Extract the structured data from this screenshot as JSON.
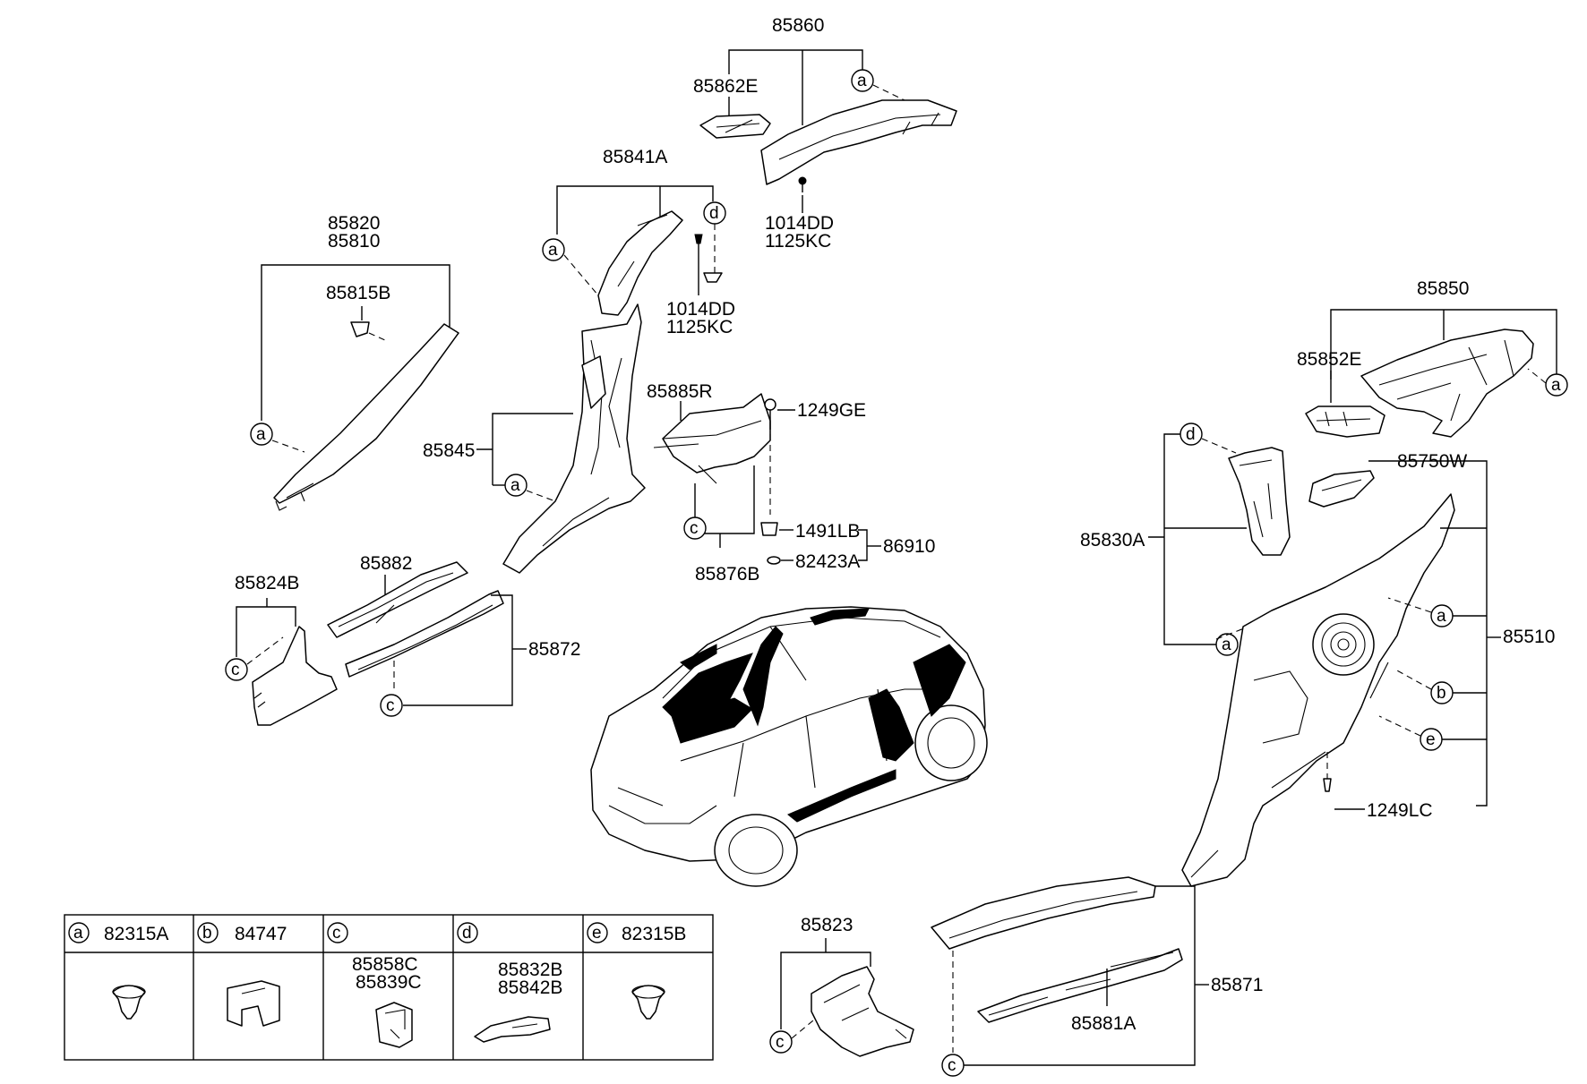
{
  "callouts": {
    "p85860": "85860",
    "p85862E": "85862E",
    "p85841A": "85841A",
    "p1014DD_1": "1014DD",
    "p1125KC_1": "1125KC",
    "p1014DD_2": "1014DD",
    "p1125KC_2": "1125KC",
    "p85820": "85820",
    "p85810": "85810",
    "p85815B": "85815B",
    "p85850": "85850",
    "p85852E": "85852E",
    "p85885R": "85885R",
    "p1249GE": "1249GE",
    "p85845": "85845",
    "p1491LB": "1491LB",
    "p86910": "86910",
    "p82423A": "82423A",
    "p85876B": "85876B",
    "p85824B": "85824B",
    "p85882": "85882",
    "p85872": "85872",
    "p85830A": "85830A",
    "p85750W": "85750W",
    "p85510": "85510",
    "p1249LC": "1249LC",
    "p85823": "85823",
    "p85871": "85871",
    "p85881A": "85881A"
  },
  "markers": {
    "a": "a",
    "b": "b",
    "c": "c",
    "d": "d",
    "e": "e"
  },
  "legend": [
    {
      "letter": "a",
      "parts": [
        "82315A"
      ]
    },
    {
      "letter": "b",
      "parts": [
        "84747"
      ]
    },
    {
      "letter": "c",
      "parts": [
        "85858C",
        "85839C"
      ]
    },
    {
      "letter": "d",
      "parts": [
        "85832B",
        "85842B"
      ]
    },
    {
      "letter": "e",
      "parts": [
        "82315B"
      ]
    }
  ]
}
